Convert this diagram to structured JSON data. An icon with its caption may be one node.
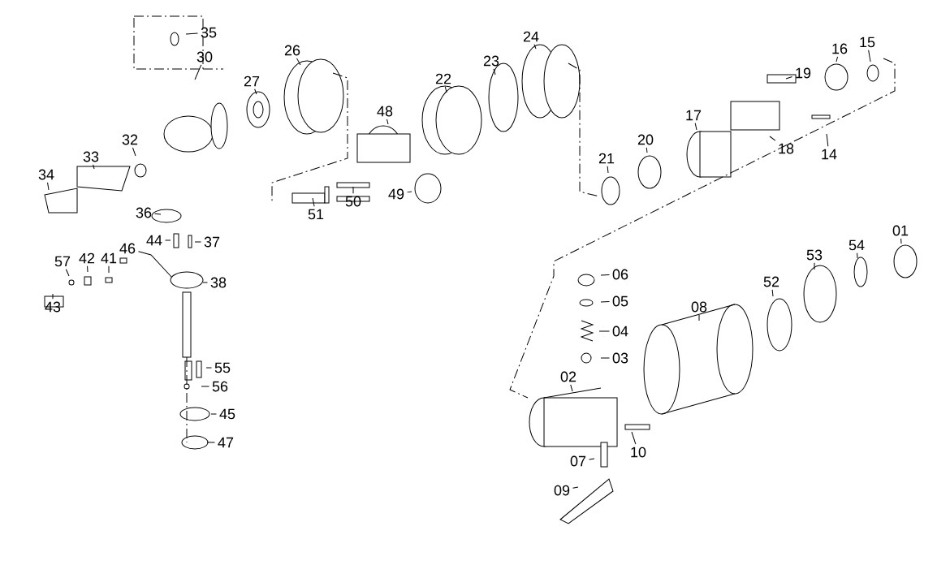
{
  "diagram": {
    "nodes": [
      {
        "text": [
          "35"
        ]
      },
      {
        "text": [
          "24"
        ]
      },
      {
        "text": [
          "15"
        ]
      },
      {
        "text": [
          "16"
        ]
      },
      {
        "text": [
          "26"
        ]
      },
      {
        "text": [
          "30"
        ]
      },
      {
        "text": [
          "23"
        ]
      },
      {
        "text": [
          "19"
        ]
      },
      {
        "text": [
          "22"
        ]
      },
      {
        "text": [
          "27"
        ]
      },
      {
        "text": [
          "48"
        ]
      },
      {
        "text": [
          "17"
        ]
      },
      {
        "text": [
          "32"
        ]
      },
      {
        "text": [
          "20"
        ]
      },
      {
        "text": [
          "18"
        ]
      },
      {
        "text": [
          "14"
        ]
      },
      {
        "text": [
          "33"
        ]
      },
      {
        "text": [
          "21"
        ]
      },
      {
        "text": [
          "34"
        ]
      },
      {
        "text": [
          "49"
        ]
      },
      {
        "text": [
          "50"
        ]
      },
      {
        "text": [
          "36"
        ]
      },
      {
        "text": [
          "51"
        ]
      },
      {
        "text": [
          "01"
        ]
      },
      {
        "text": [
          "44"
        ]
      },
      {
        "text": [
          "37"
        ]
      },
      {
        "text": [
          "54"
        ]
      },
      {
        "text": [
          "46"
        ]
      },
      {
        "text": [
          "53"
        ]
      },
      {
        "text": [
          "42"
        ]
      },
      {
        "text": [
          "41"
        ]
      },
      {
        "text": [
          "57"
        ]
      },
      {
        "text": [
          "06"
        ]
      },
      {
        "text": [
          "52"
        ]
      },
      {
        "text": [
          "38"
        ]
      },
      {
        "text": [
          "05"
        ]
      },
      {
        "text": [
          "43"
        ]
      },
      {
        "text": [
          "08"
        ]
      },
      {
        "text": [
          "04"
        ]
      },
      {
        "text": [
          "03"
        ]
      },
      {
        "text": [
          "55"
        ]
      },
      {
        "text": [
          "02"
        ]
      },
      {
        "text": [
          "56"
        ]
      },
      {
        "text": [
          "45"
        ]
      },
      {
        "text": [
          "47"
        ]
      },
      {
        "text": [
          "10"
        ]
      },
      {
        "text": [
          "07"
        ]
      },
      {
        "text": [
          "09"
        ]
      }
    ],
    "edges": [
      {
        "from": 0,
        "to": null,
        "arrow": "none"
      },
      {
        "from": 1,
        "to": null,
        "arrow": "none"
      },
      {
        "from": 2,
        "to": null,
        "arrow": "none"
      },
      {
        "from": 3,
        "to": null,
        "arrow": "none"
      },
      {
        "from": 4,
        "to": null,
        "arrow": "none"
      },
      {
        "from": 5,
        "to": null,
        "arrow": "none"
      },
      {
        "from": 6,
        "to": null,
        "arrow": "none"
      },
      {
        "from": 7,
        "to": null,
        "arrow": "none"
      },
      {
        "from": 8,
        "to": null,
        "arrow": "none"
      },
      {
        "from": 9,
        "to": null,
        "arrow": "none"
      },
      {
        "from": 10,
        "to": null,
        "arrow": "none"
      },
      {
        "from": 11,
        "to": null,
        "arrow": "none"
      },
      {
        "from": 12,
        "to": null,
        "arrow": "none"
      },
      {
        "from": 13,
        "to": null,
        "arrow": "none"
      },
      {
        "from": 14,
        "to": null,
        "arrow": "none"
      },
      {
        "from": 15,
        "to": null,
        "arrow": "none"
      },
      {
        "from": 16,
        "to": null,
        "arrow": "none"
      },
      {
        "from": 17,
        "to": null,
        "arrow": "none"
      },
      {
        "from": 18,
        "to": null,
        "arrow": "none"
      },
      {
        "from": 19,
        "to": null,
        "arrow": "none"
      },
      {
        "from": 20,
        "to": null,
        "arrow": "none"
      },
      {
        "from": 21,
        "to": null,
        "arrow": "none"
      },
      {
        "from": 22,
        "to": null,
        "arrow": "none"
      },
      {
        "from": 23,
        "to": null,
        "arrow": "none"
      },
      {
        "from": 24,
        "to": null,
        "arrow": "none"
      },
      {
        "from": 25,
        "to": null,
        "arrow": "none"
      },
      {
        "from": 26,
        "to": null,
        "arrow": "none"
      },
      {
        "from": 27,
        "to": null,
        "arrow": "none"
      },
      {
        "from": 28,
        "to": null,
        "arrow": "none"
      },
      {
        "from": 29,
        "to": null,
        "arrow": "none"
      },
      {
        "from": 30,
        "to": null,
        "arrow": "none"
      },
      {
        "from": 31,
        "to": null,
        "arrow": "none"
      },
      {
        "from": 32,
        "to": null,
        "arrow": "none"
      },
      {
        "from": 33,
        "to": null,
        "arrow": "none"
      },
      {
        "from": 34,
        "to": null,
        "arrow": "none"
      },
      {
        "from": 35,
        "to": null,
        "arrow": "none"
      },
      {
        "from": 36,
        "to": null,
        "arrow": "none"
      },
      {
        "from": 37,
        "to": null,
        "arrow": "none"
      },
      {
        "from": 38,
        "to": null,
        "arrow": "none"
      },
      {
        "from": 39,
        "to": null,
        "arrow": "none"
      },
      {
        "from": 40,
        "to": null,
        "arrow": "none"
      },
      {
        "from": 41,
        "to": null,
        "arrow": "none"
      },
      {
        "from": 42,
        "to": null,
        "arrow": "none"
      },
      {
        "from": 43,
        "to": null,
        "arrow": "none"
      },
      {
        "from": 44,
        "to": null,
        "arrow": "none"
      },
      {
        "from": 45,
        "to": null,
        "arrow": "none"
      },
      {
        "from": 46,
        "to": null,
        "arrow": "none"
      },
      {
        "from": 47,
        "to": null,
        "arrow": "none"
      }
    ]
  }
}
